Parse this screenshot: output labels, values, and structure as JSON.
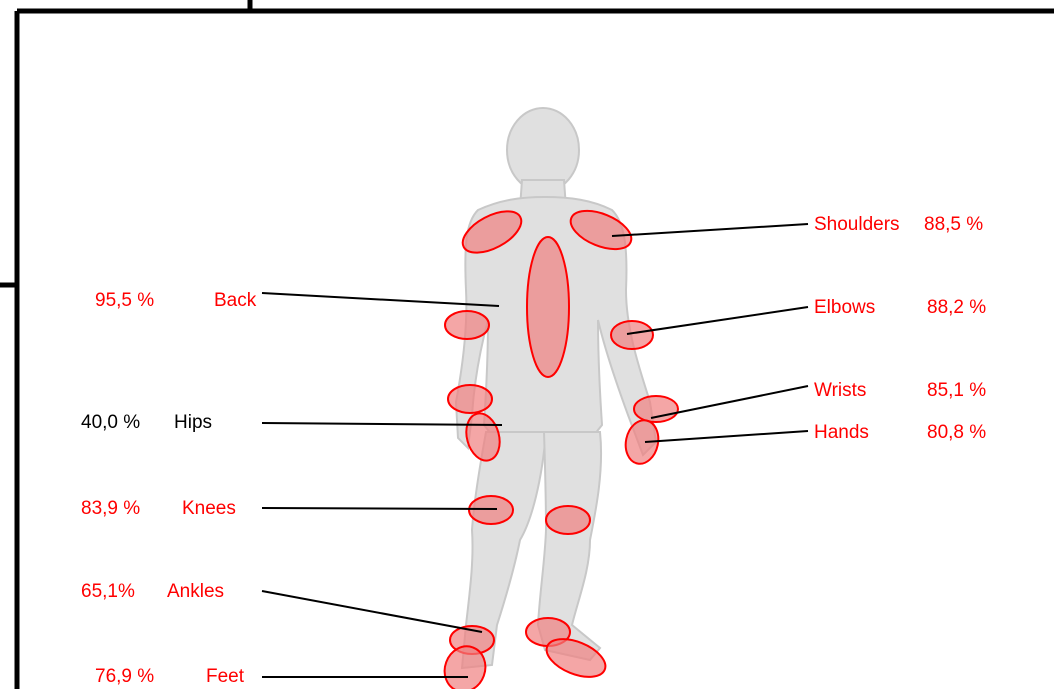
{
  "colors": {
    "highlight": "#ff0000",
    "highlight_fill": "#f08080",
    "body": "#e0e0e0",
    "body_outline": "#c8c8c8",
    "frame": "#000000",
    "text_default": "#000000"
  },
  "labels": {
    "back": {
      "value": "95,5 %",
      "name": "Back"
    },
    "hips": {
      "value": "40,0 %",
      "name": "Hips"
    },
    "knees": {
      "value": "83,9 %",
      "name": "Knees"
    },
    "ankles": {
      "value": "65,1%",
      "name": "Ankles"
    },
    "feet": {
      "value": "76,9 %",
      "name": "Feet"
    },
    "shoulders": {
      "name": "Shoulders",
      "value": "88,5 %"
    },
    "elbows": {
      "name": "Elbows",
      "value": "88,2 %"
    },
    "wrists": {
      "name": "Wrists",
      "value": "85,1 %"
    },
    "hands": {
      "name": "Hands",
      "value": "80,8 %"
    }
  }
}
